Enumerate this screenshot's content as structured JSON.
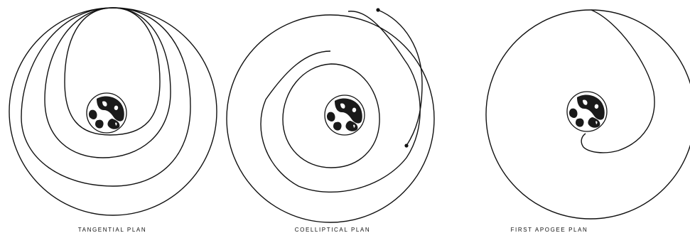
{
  "panels": [
    {
      "caption": "TANGENTIAL PLAN"
    },
    {
      "caption": "COELLIPTICAL PLAN"
    },
    {
      "caption": "FIRST APOGEE PLAN"
    }
  ],
  "colors": {
    "line": "#111111",
    "earth_land": "#1a1a1a",
    "earth_cloud": "#ffffff"
  }
}
